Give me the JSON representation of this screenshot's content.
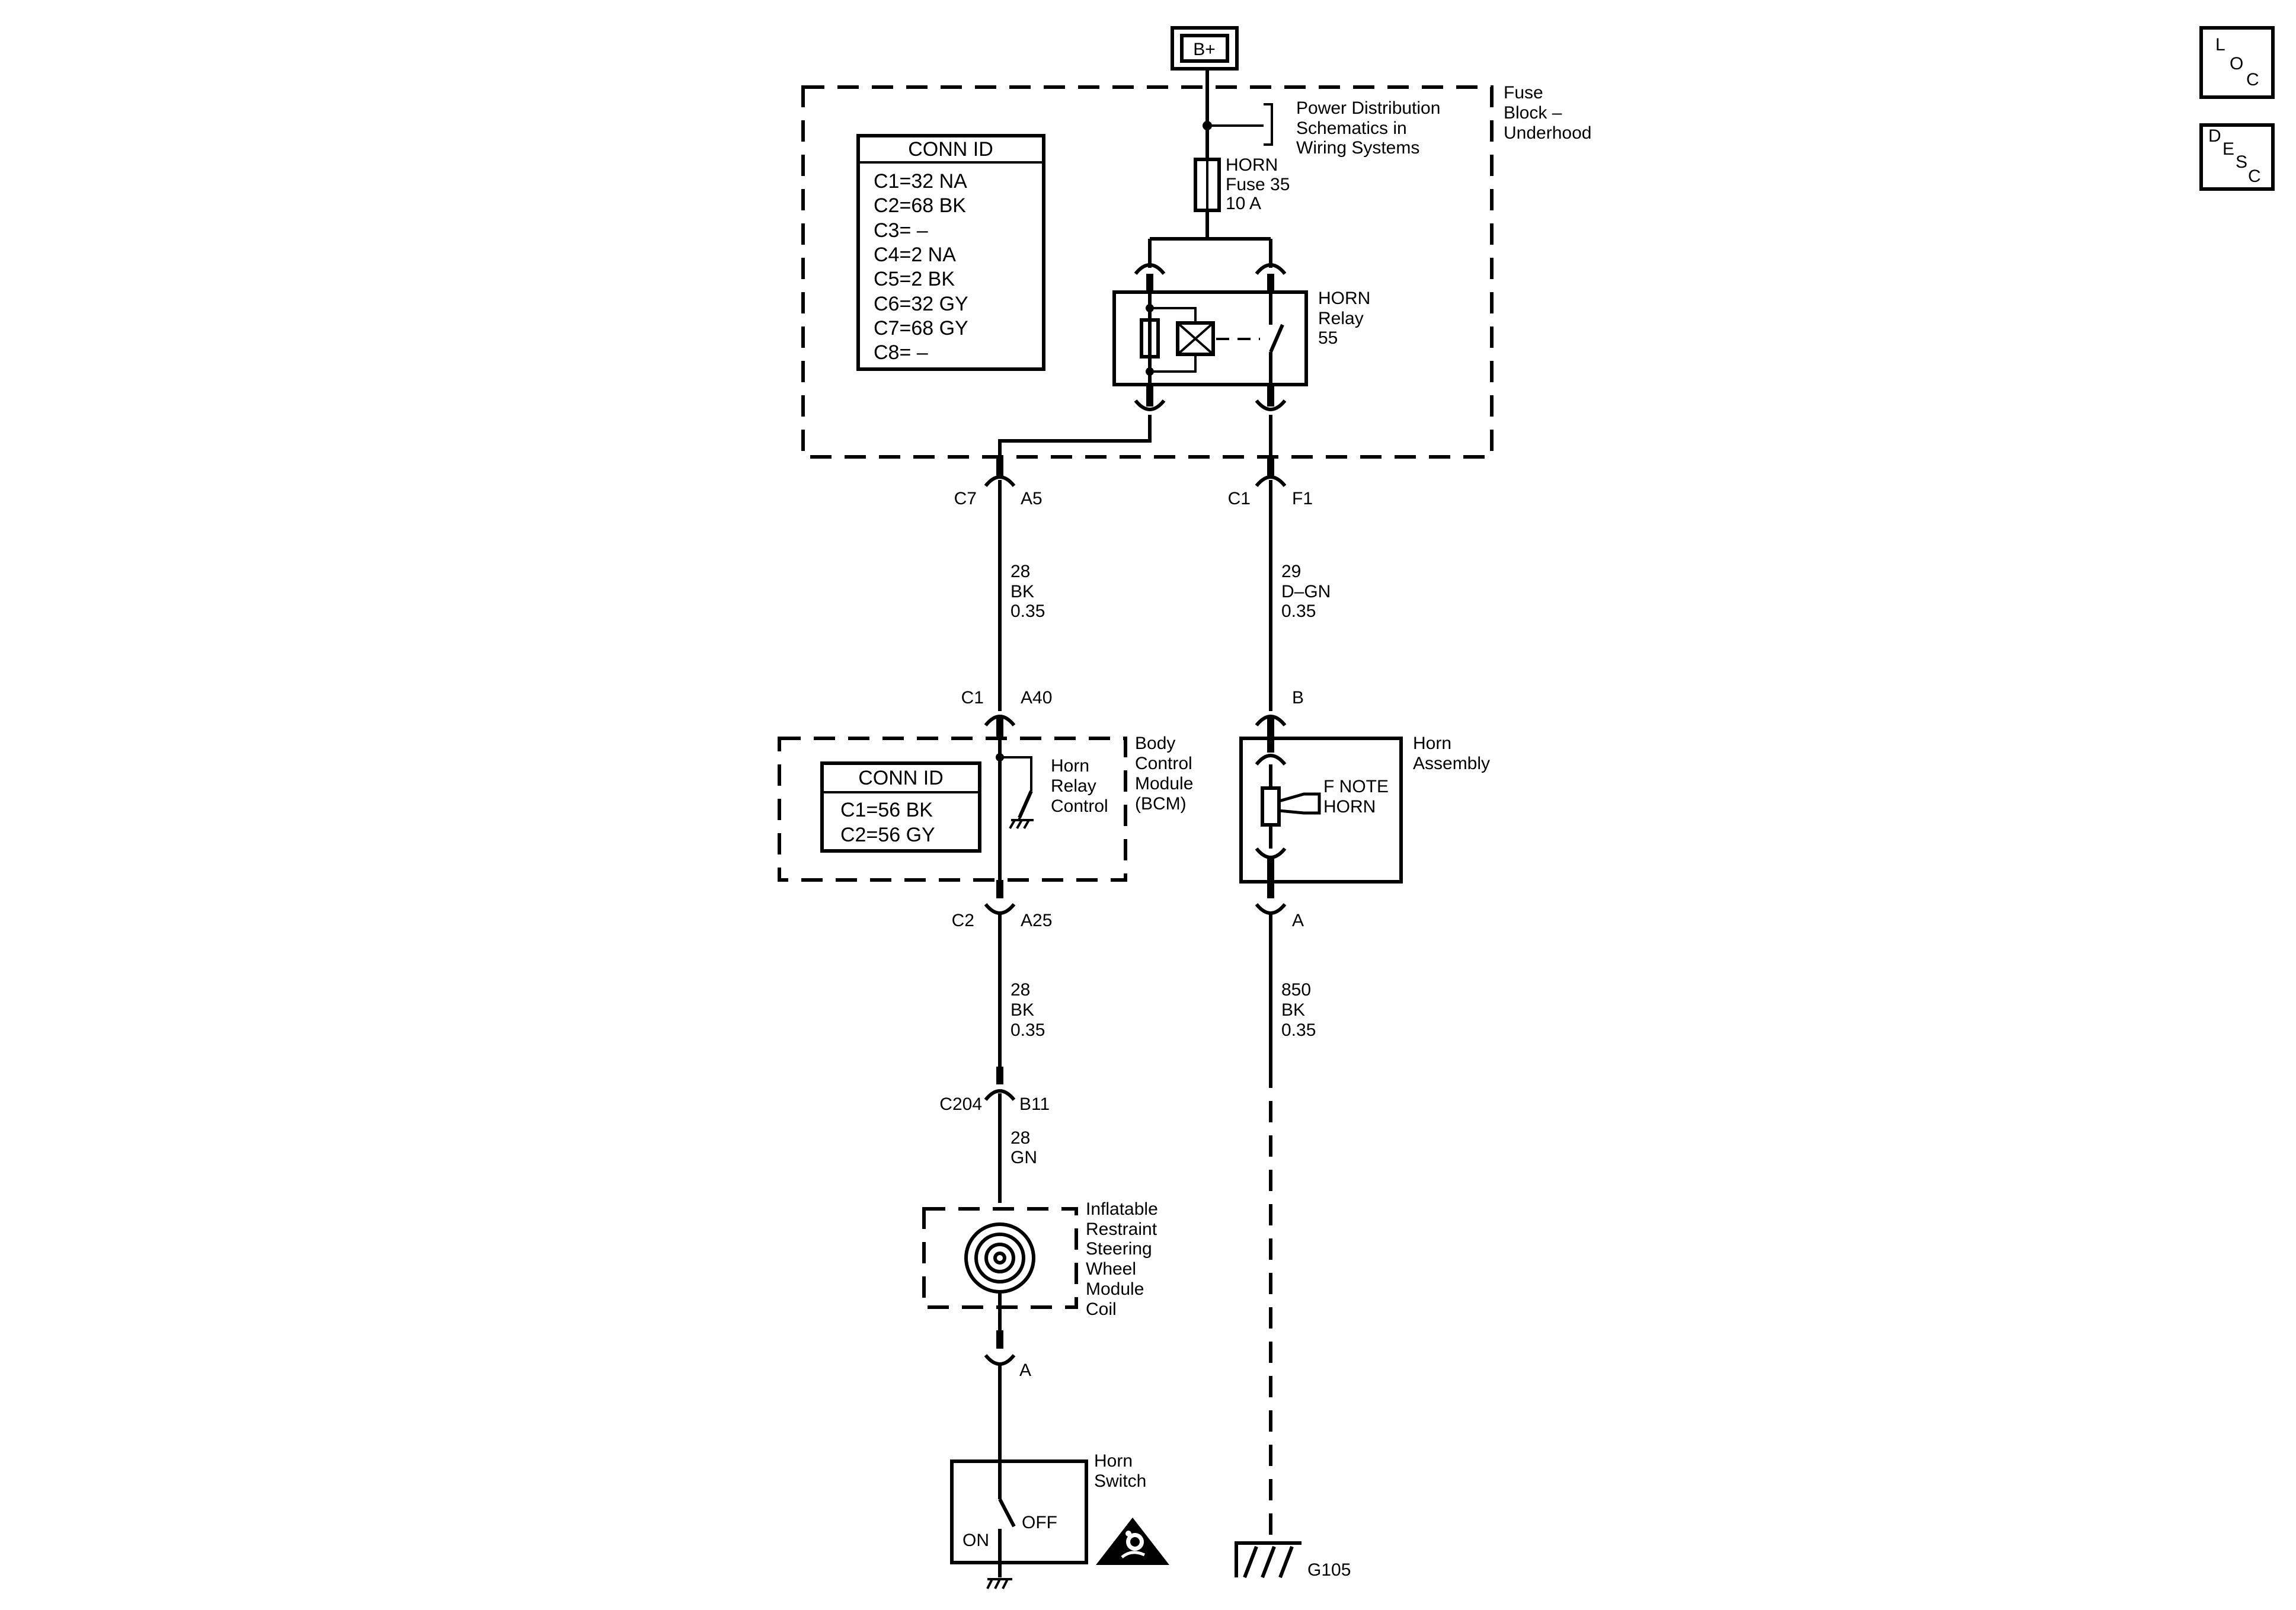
{
  "battery": {
    "label": "B+"
  },
  "nav": {
    "loc": [
      "L",
      "O",
      "C"
    ],
    "desc": [
      "D",
      "E",
      "S",
      "C"
    ]
  },
  "fuse_block": {
    "name_lines": [
      "Fuse",
      "Block –",
      "Underhood"
    ],
    "power_ref_lines": [
      "Power Distribution",
      "Schematics in",
      "Wiring Systems"
    ],
    "conn_id": {
      "title": "CONN ID",
      "rows": [
        "C1=32 NA",
        "C2=68 BK",
        "C3= –",
        "C4=2 NA",
        "C5=2 BK",
        "C6=32 GY",
        "C7=68 GY",
        "C8= –"
      ]
    },
    "fuse_lines": [
      "HORN",
      "Fuse 35",
      "10 A"
    ],
    "relay_lines": [
      "HORN",
      "Relay",
      "55"
    ]
  },
  "left_circuit": {
    "conn_top": {
      "connector": "C7",
      "pin": "A5"
    },
    "wire_top": [
      "28",
      "BK",
      "0.35"
    ],
    "bcm_in": {
      "connector": "C1",
      "pin": "A40"
    },
    "bcm": {
      "name_lines": [
        "Body",
        "Control",
        "Module",
        "(BCM)"
      ],
      "conn_id": {
        "title": "CONN ID",
        "rows": [
          "C1=56 BK",
          "C2=56 GY"
        ]
      },
      "switch_lines": [
        "Horn",
        "Relay",
        "Control"
      ]
    },
    "bcm_out": {
      "connector": "C2",
      "pin": "A25"
    },
    "wire_mid": [
      "28",
      "BK",
      "0.35"
    ],
    "inline": {
      "connector": "C204",
      "pin": "B11"
    },
    "wire_low": [
      "28",
      "GN"
    ],
    "coil_lines": [
      "Inflatable",
      "Restraint",
      "Steering",
      "Wheel",
      "Module",
      "Coil"
    ],
    "coil_pin": "A",
    "horn_switch": {
      "name_lines": [
        "Horn",
        "Switch"
      ],
      "on": "ON",
      "off": "OFF"
    }
  },
  "right_circuit": {
    "conn_top": {
      "connector": "C1",
      "pin": "F1"
    },
    "wire_top": [
      "29",
      "D–GN",
      "0.35"
    ],
    "horn_in_pin": "B",
    "horn": {
      "name_lines": [
        "Horn",
        "Assembly"
      ],
      "inner_lines": [
        "F NOTE",
        "HORN"
      ]
    },
    "horn_out_pin": "A",
    "wire_bottom": [
      "850",
      "BK",
      "0.35"
    ],
    "ground": "G105"
  }
}
